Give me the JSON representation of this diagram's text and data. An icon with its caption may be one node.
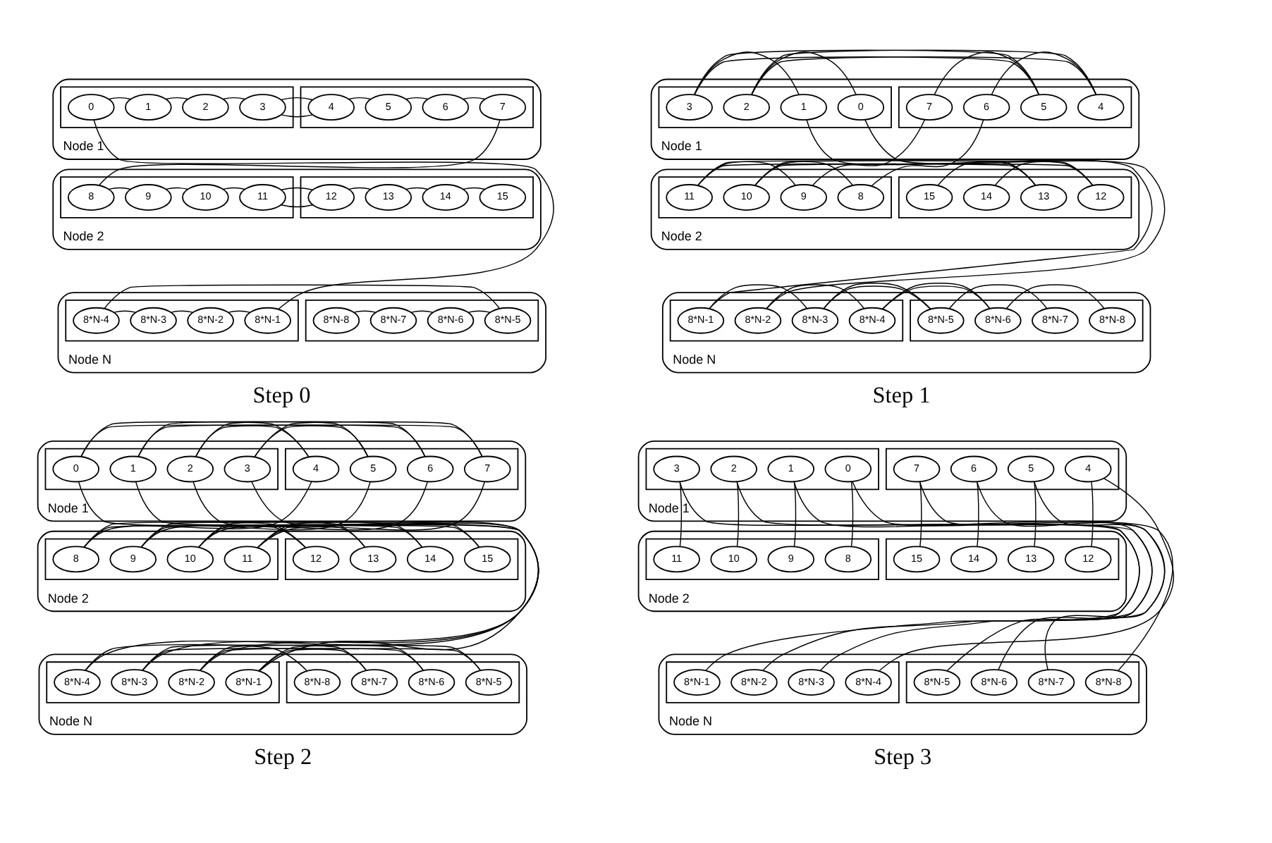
{
  "diagram": {
    "nodes": [
      {
        "text": [
          "Node 1"
        ]
      },
      {
        "text": [],
        "shape": "box",
        "in": 0
      },
      {
        "text": [
          "7"
        ],
        "in": 1
      },
      {
        "text": [
          "6"
        ],
        "in": 1
      },
      {
        "text": [
          "5"
        ],
        "in": 1
      },
      {
        "text": [
          "4"
        ],
        "in": 1
      },
      {
        "text": [],
        "shape": "box",
        "in": 0
      },
      {
        "text": [
          "3"
        ],
        "in": 6
      },
      {
        "text": [
          "2"
        ],
        "in": 6
      },
      {
        "text": [
          "1"
        ],
        "in": 6
      },
      {
        "text": [
          "0"
        ],
        "in": 6
      },
      {
        "text": [
          "Node 2"
        ]
      },
      {
        "text": [],
        "shape": "box",
        "in": 11
      },
      {
        "text": [
          "15"
        ],
        "in": 12
      },
      {
        "text": [
          "14"
        ],
        "in": 12
      },
      {
        "text": [
          "13"
        ],
        "in": 12
      },
      {
        "text": [
          "12"
        ],
        "in": 12
      },
      {
        "text": [],
        "shape": "box",
        "in": 11
      },
      {
        "text": [
          "11"
        ],
        "in": 17
      },
      {
        "text": [
          "10"
        ],
        "in": 17
      },
      {
        "text": [
          "9"
        ],
        "in": 17
      },
      {
        "text": [
          "8"
        ],
        "in": 17
      },
      {
        "text": [
          "Node N"
        ]
      },
      {
        "text": [],
        "shape": "box",
        "in": 22
      },
      {
        "text": [
          "8*N-1"
        ],
        "in": 23
      },
      {
        "text": [
          "8*N-2"
        ],
        "in": 23
      },
      {
        "text": [
          "8*N-3"
        ],
        "in": 23
      },
      {
        "text": [
          "8*N-4"
        ],
        "in": 23
      },
      {
        "text": [],
        "shape": "box",
        "in": 22
      },
      {
        "text": [
          "8*N-5"
        ],
        "in": 28
      },
      {
        "text": [
          "8*N-6"
        ],
        "in": 28
      },
      {
        "text": [
          "8*N-7"
        ],
        "in": 28
      },
      {
        "text": [
          "8*N-8"
        ],
        "in": 28
      },
      {
        "text": [
          "Node 1"
        ]
      },
      {
        "text": [],
        "shape": "box",
        "in": 33
      },
      {
        "text": [
          "7"
        ],
        "in": 34
      },
      {
        "text": [
          "6"
        ],
        "in": 34
      },
      {
        "text": [
          "5"
        ],
        "in": 34
      },
      {
        "text": [
          "4"
        ],
        "in": 34
      },
      {
        "text": [],
        "shape": "box",
        "in": 33
      },
      {
        "text": [
          "3"
        ],
        "in": 39
      },
      {
        "text": [
          "2"
        ],
        "in": 39
      },
      {
        "text": [
          "1"
        ],
        "in": 39
      },
      {
        "text": [
          "0"
        ],
        "in": 39
      },
      {
        "text": [
          "Node 2"
        ]
      },
      {
        "text": [],
        "shape": "box",
        "in": 44
      },
      {
        "text": [
          "15"
        ],
        "in": 45
      },
      {
        "text": [
          "14"
        ],
        "in": 45
      },
      {
        "text": [
          "13"
        ],
        "in": 45
      },
      {
        "text": [
          "12"
        ],
        "in": 45
      },
      {
        "text": [],
        "shape": "box",
        "in": 44
      },
      {
        "text": [
          "11"
        ],
        "in": 50
      },
      {
        "text": [
          "10"
        ],
        "in": 50
      },
      {
        "text": [
          "9"
        ],
        "in": 50
      },
      {
        "text": [
          "8"
        ],
        "in": 50
      },
      {
        "text": [
          "Node N"
        ]
      },
      {
        "text": [],
        "shape": "box",
        "in": 55
      },
      {
        "text": [
          "8*N-1"
        ],
        "in": 56
      },
      {
        "text": [
          "8*N-2"
        ],
        "in": 56
      },
      {
        "text": [
          "8*N-3"
        ],
        "in": 56
      },
      {
        "text": [
          "8*N-4"
        ],
        "in": 56
      },
      {
        "text": [],
        "shape": "box",
        "in": 55
      },
      {
        "text": [
          "8*N-5"
        ],
        "in": 61
      },
      {
        "text": [
          "8*N-6"
        ],
        "in": 61
      },
      {
        "text": [
          "8*N-7"
        ],
        "in": 61
      },
      {
        "text": [
          "8*N-8"
        ],
        "in": 61
      },
      {
        "text": [
          "Node 1"
        ]
      },
      {
        "text": [],
        "shape": "box",
        "in": 66
      },
      {
        "text": [
          "7"
        ],
        "in": 67
      },
      {
        "text": [
          "6"
        ],
        "in": 67
      },
      {
        "text": [
          "5"
        ],
        "in": 67
      },
      {
        "text": [
          "4"
        ],
        "in": 67
      },
      {
        "text": [],
        "shape": "box",
        "in": 66
      },
      {
        "text": [
          "3"
        ],
        "in": 72
      },
      {
        "text": [
          "2"
        ],
        "in": 72
      },
      {
        "text": [
          "1"
        ],
        "in": 72
      },
      {
        "text": [
          "0"
        ],
        "in": 72
      },
      {
        "text": [
          "Node 2"
        ]
      },
      {
        "text": [],
        "shape": "box",
        "in": 77
      },
      {
        "text": [
          "15"
        ],
        "in": 78
      },
      {
        "text": [
          "14"
        ],
        "in": 78
      },
      {
        "text": [
          "13"
        ],
        "in": 78
      },
      {
        "text": [
          "12"
        ],
        "in": 78
      },
      {
        "text": [],
        "shape": "box",
        "in": 77
      },
      {
        "text": [
          "11"
        ],
        "in": 83
      },
      {
        "text": [
          "10"
        ],
        "in": 83
      },
      {
        "text": [
          "9"
        ],
        "in": 83
      },
      {
        "text": [
          "8"
        ],
        "in": 83
      },
      {
        "text": [
          "Node N"
        ]
      },
      {
        "text": [],
        "shape": "box",
        "in": 88
      },
      {
        "text": [
          "8*N-1"
        ],
        "in": 89
      },
      {
        "text": [
          "8*N-2"
        ],
        "in": 89
      },
      {
        "text": [
          "8*N-3"
        ],
        "in": 89
      },
      {
        "text": [
          "8*N-4"
        ],
        "in": 89
      },
      {
        "text": [],
        "shape": "box",
        "in": 88
      },
      {
        "text": [
          "8*N-5"
        ],
        "in": 94
      },
      {
        "text": [
          "8*N-6"
        ],
        "in": 94
      },
      {
        "text": [
          "8*N-7"
        ],
        "in": 94
      },
      {
        "text": [
          "8*N-8"
        ],
        "in": 94
      },
      {
        "text": [
          "Node 1"
        ]
      },
      {
        "text": [],
        "shape": "box",
        "in": 99
      },
      {
        "text": [
          "7"
        ],
        "in": 100
      },
      {
        "text": [
          "6"
        ],
        "in": 100
      },
      {
        "text": [
          "5"
        ],
        "in": 100
      },
      {
        "text": [
          "4"
        ],
        "in": 100
      },
      {
        "text": [],
        "shape": "box",
        "in": 99
      },
      {
        "text": [
          "3"
        ],
        "in": 105
      },
      {
        "text": [
          "2"
        ],
        "in": 105
      },
      {
        "text": [
          "1"
        ],
        "in": 105
      },
      {
        "text": [
          "0"
        ],
        "in": 105
      },
      {
        "text": [
          "Node 2"
        ]
      },
      {
        "text": [],
        "shape": "box",
        "in": 110
      },
      {
        "text": [
          "15"
        ],
        "in": 111
      },
      {
        "text": [
          "14"
        ],
        "in": 111
      },
      {
        "text": [
          "13"
        ],
        "in": 111
      },
      {
        "text": [
          "12"
        ],
        "in": 111
      },
      {
        "text": [],
        "shape": "box",
        "in": 110
      },
      {
        "text": [
          "11"
        ],
        "in": 116
      },
      {
        "text": [
          "10"
        ],
        "in": 116
      },
      {
        "text": [
          "9"
        ],
        "in": 116
      },
      {
        "text": [
          "8"
        ],
        "in": 116
      },
      {
        "text": [
          "Node N"
        ]
      },
      {
        "text": [],
        "shape": "box",
        "in": 121
      },
      {
        "text": [
          "8*N-1"
        ],
        "in": 122
      },
      {
        "text": [
          "8*N-2"
        ],
        "in": 122
      },
      {
        "text": [
          "8*N-3"
        ],
        "in": 122
      },
      {
        "text": [
          "8*N-4"
        ],
        "in": 122
      },
      {
        "text": [],
        "shape": "box",
        "in": 121
      },
      {
        "text": [
          "8*N-5"
        ],
        "in": 127
      },
      {
        "text": [
          "8*N-6"
        ],
        "in": 127
      },
      {
        "text": [
          "8*N-7"
        ],
        "in": 127
      },
      {
        "text": [
          "8*N-8"
        ],
        "in": 127
      }
    ],
    "edges": [
      {
        "from": 2,
        "to": 3,
        "arrow": "none"
      },
      {
        "from": 3,
        "to": 4,
        "arrow": "none"
      },
      {
        "from": 4,
        "to": 5,
        "arrow": "none"
      },
      {
        "from": 5,
        "to": 7,
        "arrow": "none"
      },
      {
        "from": 7,
        "to": 8,
        "arrow": "none"
      },
      {
        "from": 8,
        "to": 9,
        "arrow": "none"
      },
      {
        "from": 9,
        "to": 10,
        "arrow": "none"
      },
      {
        "from": 13,
        "to": 14,
        "arrow": "none"
      },
      {
        "from": 14,
        "to": 15,
        "arrow": "none"
      },
      {
        "from": 15,
        "to": 16,
        "arrow": "none"
      },
      {
        "from": 16,
        "to": 18,
        "arrow": "none"
      },
      {
        "from": 18,
        "to": 19,
        "arrow": "none"
      },
      {
        "from": 19,
        "to": 20,
        "arrow": "none"
      },
      {
        "from": 20,
        "to": 21,
        "arrow": "none"
      },
      {
        "from": 24,
        "to": 25,
        "arrow": "none"
      },
      {
        "from": 25,
        "to": 26,
        "arrow": "none"
      },
      {
        "from": 26,
        "to": 27,
        "arrow": "none"
      },
      {
        "from": 27,
        "to": 29,
        "arrow": "none"
      },
      {
        "from": 29,
        "to": 30,
        "arrow": "none"
      },
      {
        "from": 30,
        "to": 31,
        "arrow": "none"
      },
      {
        "from": 31,
        "to": 32,
        "arrow": "none"
      },
      {
        "from": 2,
        "to": 21,
        "arrow": "none"
      },
      {
        "from": 10,
        "to": 24,
        "arrow": "none"
      },
      {
        "from": 35,
        "to": 37,
        "arrow": "none"
      },
      {
        "from": 36,
        "to": 38,
        "arrow": "none"
      },
      {
        "from": 37,
        "to": 40,
        "arrow": "none"
      },
      {
        "from": 38,
        "to": 41,
        "arrow": "none"
      },
      {
        "from": 40,
        "to": 42,
        "arrow": "none"
      },
      {
        "from": 41,
        "to": 43,
        "arrow": "none"
      },
      {
        "from": 46,
        "to": 48,
        "arrow": "none"
      },
      {
        "from": 47,
        "to": 49,
        "arrow": "none"
      },
      {
        "from": 48,
        "to": 51,
        "arrow": "none"
      },
      {
        "from": 49,
        "to": 52,
        "arrow": "none"
      },
      {
        "from": 51,
        "to": 53,
        "arrow": "none"
      },
      {
        "from": 52,
        "to": 54,
        "arrow": "none"
      },
      {
        "from": 57,
        "to": 59,
        "arrow": "none"
      },
      {
        "from": 58,
        "to": 60,
        "arrow": "none"
      },
      {
        "from": 59,
        "to": 62,
        "arrow": "none"
      },
      {
        "from": 60,
        "to": 63,
        "arrow": "none"
      },
      {
        "from": 62,
        "to": 64,
        "arrow": "none"
      },
      {
        "from": 63,
        "to": 65,
        "arrow": "none"
      },
      {
        "from": 35,
        "to": 53,
        "arrow": "none"
      },
      {
        "from": 36,
        "to": 54,
        "arrow": "none"
      },
      {
        "from": 42,
        "to": 57,
        "arrow": "none"
      },
      {
        "from": 43,
        "to": 58,
        "arrow": "none"
      },
      {
        "from": 68,
        "to": 73,
        "arrow": "none"
      },
      {
        "from": 69,
        "to": 74,
        "arrow": "none"
      },
      {
        "from": 70,
        "to": 75,
        "arrow": "none"
      },
      {
        "from": 71,
        "to": 76,
        "arrow": "none"
      },
      {
        "from": 79,
        "to": 84,
        "arrow": "none"
      },
      {
        "from": 80,
        "to": 85,
        "arrow": "none"
      },
      {
        "from": 81,
        "to": 86,
        "arrow": "none"
      },
      {
        "from": 82,
        "to": 87,
        "arrow": "none"
      },
      {
        "from": 90,
        "to": 95,
        "arrow": "none"
      },
      {
        "from": 91,
        "to": 96,
        "arrow": "none"
      },
      {
        "from": 92,
        "to": 97,
        "arrow": "none"
      },
      {
        "from": 93,
        "to": 98,
        "arrow": "none"
      },
      {
        "from": 68,
        "to": 84,
        "arrow": "none"
      },
      {
        "from": 69,
        "to": 85,
        "arrow": "none"
      },
      {
        "from": 70,
        "to": 86,
        "arrow": "none"
      },
      {
        "from": 71,
        "to": 87,
        "arrow": "none"
      },
      {
        "from": 73,
        "to": 90,
        "arrow": "none"
      },
      {
        "from": 74,
        "to": 91,
        "arrow": "none"
      },
      {
        "from": 75,
        "to": 92,
        "arrow": "none"
      },
      {
        "from": 76,
        "to": 93,
        "arrow": "none"
      },
      {
        "from": 101,
        "to": 112,
        "arrow": "none"
      },
      {
        "from": 102,
        "to": 113,
        "arrow": "none"
      },
      {
        "from": 103,
        "to": 114,
        "arrow": "none"
      },
      {
        "from": 104,
        "to": 115,
        "arrow": "none"
      },
      {
        "from": 106,
        "to": 117,
        "arrow": "none"
      },
      {
        "from": 107,
        "to": 118,
        "arrow": "none"
      },
      {
        "from": 108,
        "to": 119,
        "arrow": "none"
      },
      {
        "from": 109,
        "to": 120,
        "arrow": "none"
      },
      {
        "from": 101,
        "to": 123,
        "arrow": "none"
      },
      {
        "from": 102,
        "to": 124,
        "arrow": "none"
      },
      {
        "from": 103,
        "to": 125,
        "arrow": "none"
      },
      {
        "from": 104,
        "to": 126,
        "arrow": "none"
      },
      {
        "from": 106,
        "to": 128,
        "arrow": "none"
      },
      {
        "from": 107,
        "to": 129,
        "arrow": "none"
      },
      {
        "from": 108,
        "to": 130,
        "arrow": "none"
      },
      {
        "from": 109,
        "to": 131,
        "arrow": "none"
      }
    ],
    "labels": [
      "Step 0",
      "Step 1",
      "Step 2",
      "Step 3"
    ]
  }
}
